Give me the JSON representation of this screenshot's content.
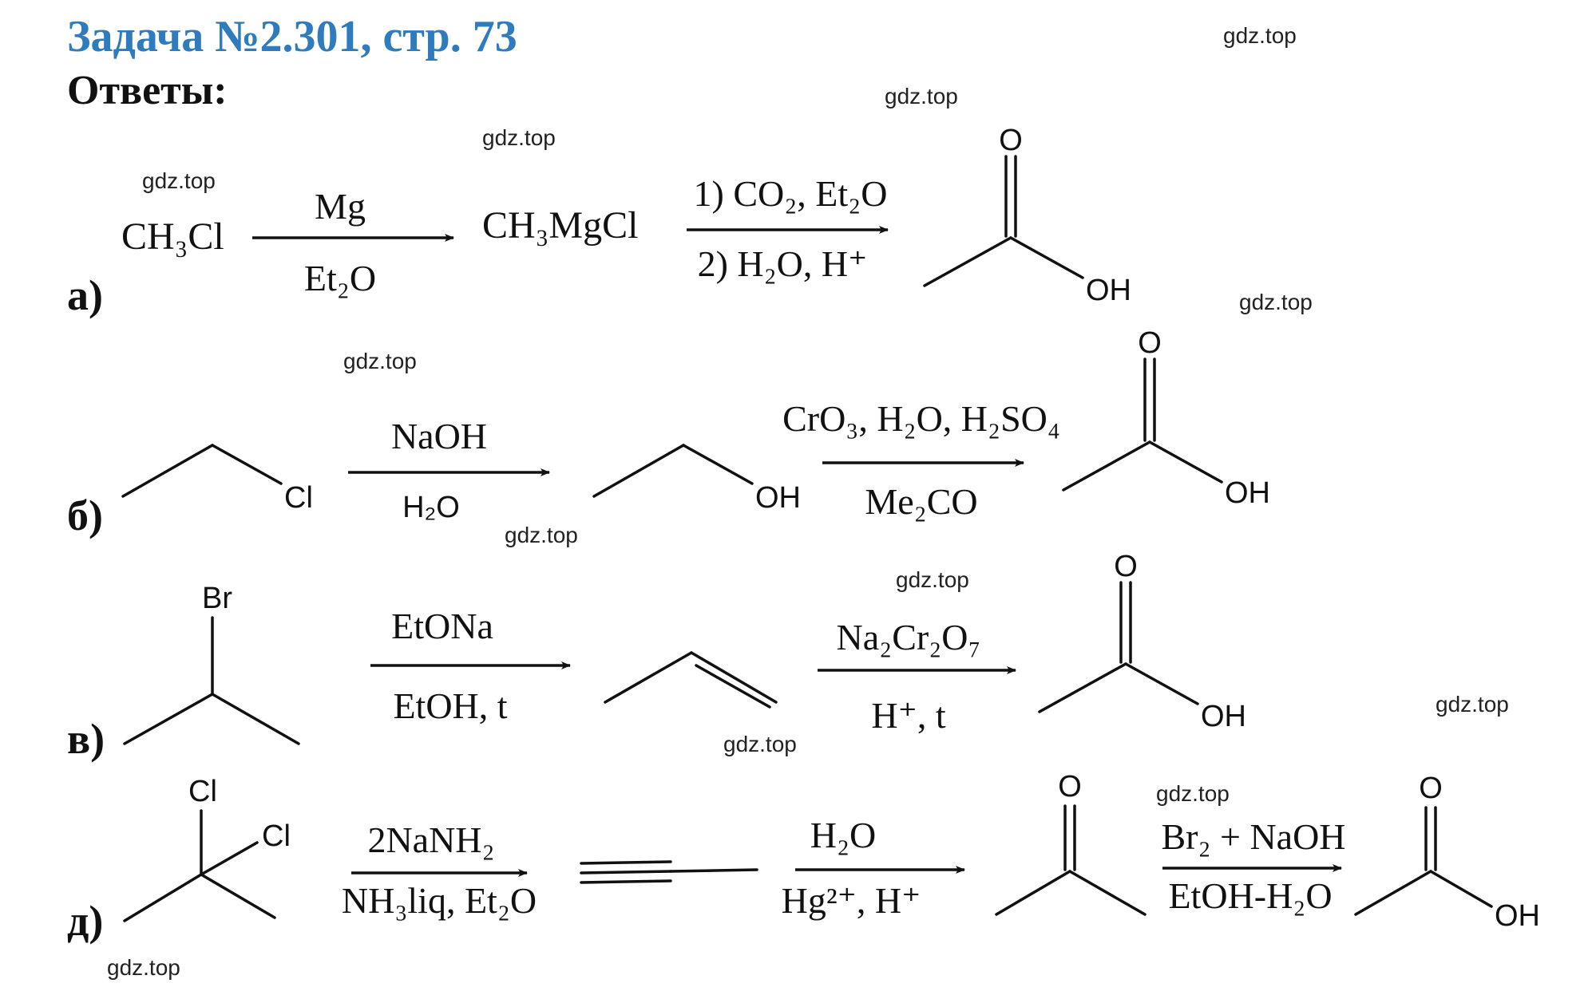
{
  "header": {
    "title": "Задача №2.301, стр. 73",
    "answers_label": "Ответы:"
  },
  "watermark": "gdz.top",
  "rows": {
    "a": {
      "label": "а)",
      "reagent": "CH₃Cl",
      "arrow1_top": "Mg",
      "arrow1_bottom": "Et₂O",
      "intermediate": "CH₃MgCl",
      "arrow2_top": "1) CO₂, Et₂O",
      "arrow2_bottom": "2) H₂O, H⁺",
      "product_atoms": {
        "carbonyl_o": "O",
        "hydroxyl": "OH"
      }
    },
    "b": {
      "label": "б)",
      "reagent_atom": "Cl",
      "arrow1_top": "NaOH",
      "arrow1_bottom": "H₂O",
      "intermediate_atom": "OH",
      "arrow2_top": "CrO₃, H₂O, H₂SO₄",
      "arrow2_bottom": "Me₂CO",
      "product_atoms": {
        "carbonyl_o": "O",
        "hydroxyl": "OH"
      }
    },
    "c": {
      "label": "в)",
      "reagent_atom": "Br",
      "arrow1_top": "EtONa",
      "arrow1_bottom": "EtOH, t",
      "arrow2_top": "Na₂Cr₂O₇",
      "arrow2_bottom": "H⁺, t",
      "product_atoms": {
        "carbonyl_o": "O",
        "hydroxyl": "OH"
      }
    },
    "d": {
      "label": "д)",
      "reagent_atoms": {
        "cl1": "Cl",
        "cl2": "Cl"
      },
      "arrow1_top": "2NaNH₂",
      "arrow1_bottom": "NH₃liq, Et₂O",
      "arrow2_top": "H₂O",
      "arrow2_bottom": "Hg²⁺, H⁺",
      "intermediate_atom": "O",
      "arrow3_top": "Br₂ + NaOH",
      "arrow3_bottom": "EtOH-H₂O",
      "product_atoms": {
        "carbonyl_o": "O",
        "hydroxyl": "OH"
      }
    }
  }
}
